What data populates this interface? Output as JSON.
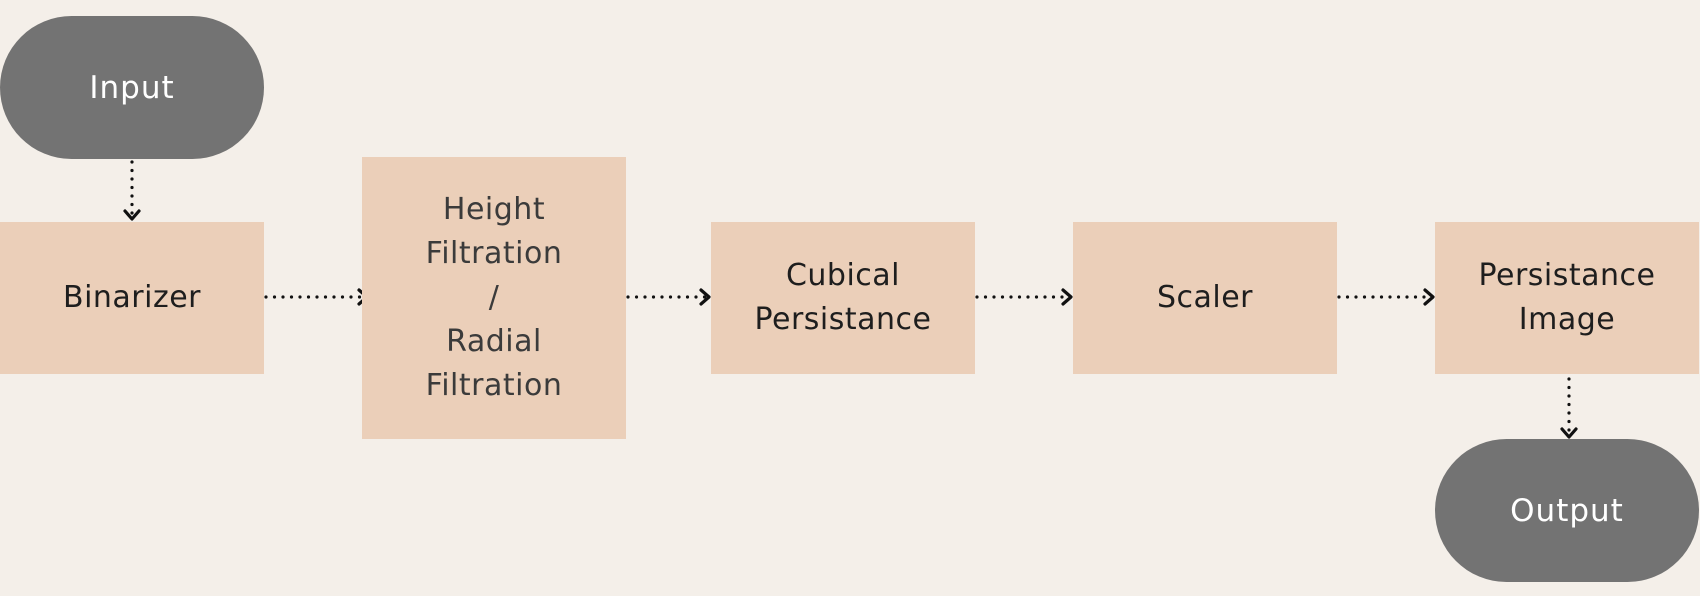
{
  "diagram": {
    "nodes": {
      "input": {
        "label": "Input",
        "kind": "terminal"
      },
      "binarizer": {
        "label": "Binarizer",
        "kind": "process"
      },
      "filtration": {
        "label": "Height\nFiltration\n/\nRadial\nFiltration",
        "kind": "process"
      },
      "cubical": {
        "label": "Cubical\nPersistance",
        "kind": "process"
      },
      "scaler": {
        "label": "Scaler",
        "kind": "process"
      },
      "persistence_image": {
        "label": "Persistance\nImage",
        "kind": "process"
      },
      "output": {
        "label": "Output",
        "kind": "terminal"
      }
    },
    "edges": [
      {
        "from": "input",
        "to": "binarizer",
        "style": "dotted-arrow"
      },
      {
        "from": "binarizer",
        "to": "filtration",
        "style": "dotted-arrow"
      },
      {
        "from": "filtration",
        "to": "cubical",
        "style": "dotted-arrow"
      },
      {
        "from": "cubical",
        "to": "scaler",
        "style": "dotted-arrow"
      },
      {
        "from": "scaler",
        "to": "persistence_image",
        "style": "dotted-arrow"
      },
      {
        "from": "persistence_image",
        "to": "output",
        "style": "dotted-arrow"
      }
    ],
    "colors": {
      "background": "#f4efe9",
      "terminal_fill": "#737373",
      "terminal_text": "#ffffff",
      "process_fill": "#ebcfb9",
      "process_text": "#1e1e1e",
      "connector": "#111111"
    }
  }
}
